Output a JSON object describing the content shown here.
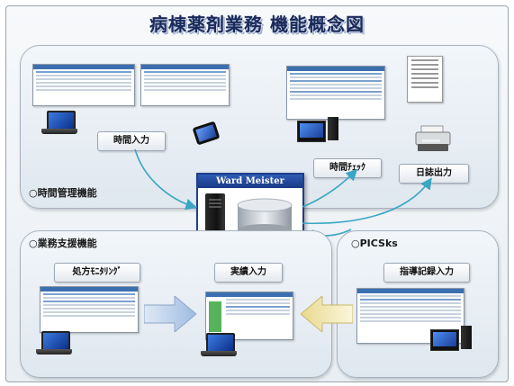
{
  "title": "病棟薬剤業務 機能概念図",
  "panels": {
    "time_management": "○時間管理機能",
    "work_support": "○業務支援機能",
    "picsks": "○PICSks"
  },
  "center": {
    "product_name": "Ward Meister"
  },
  "buttons": {
    "time_input": "時間入力",
    "time_check": "時間ﾁｪｯｸ",
    "log_output": "日誌出力",
    "prescription_monitoring": "処方ﾓﾆﾀﾘﾝｸﾞ",
    "actual_input": "実績入力",
    "guidance_record_input": "指導記録入力"
  },
  "colors": {
    "title": "#1a2a5a",
    "connector": "#3aa6c4",
    "center_border": "#1f3f8a"
  },
  "icons": [
    "laptop-icon",
    "tablet-icon",
    "desktop-icon",
    "server-icon",
    "database-icon",
    "printer-icon",
    "document-icon"
  ]
}
